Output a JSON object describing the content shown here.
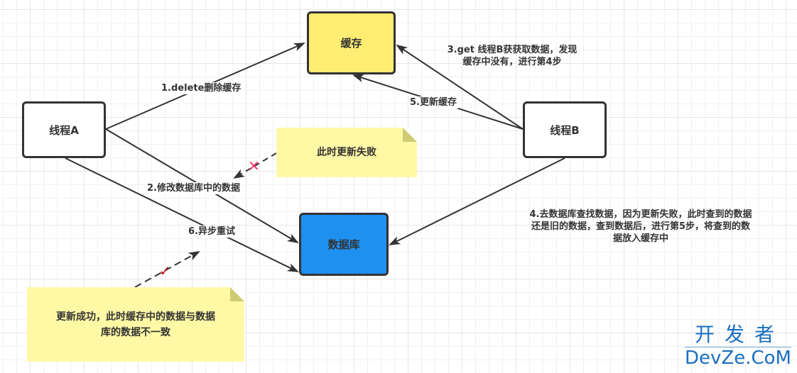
{
  "nodes": {
    "cache": "缓存",
    "database": "数据库",
    "thread_a": "线程A",
    "thread_b": "线程B"
  },
  "edges": {
    "step1": "1.delete删除缓存",
    "step2": "2.修改数据库中的数据",
    "step3_line1": "3.get 线程B获获取数据，发现",
    "step3_line2": "缓存中没有，进行第4步",
    "step4_line1": "4.去数据库查找数据，因为更新失败，此时查到的数据",
    "step4_line2": "还是旧的数据，查到数据后，进行第5步，将查到的数",
    "step4_line3": "据放入缓存中",
    "step5": "5.更新缓存",
    "step6": "6.异步重试"
  },
  "notes": {
    "update_failed": "此时更新失败",
    "update_success_line1": "更新成功，此时缓存中的数据与数据",
    "update_success_line2": "库的数据不一致"
  },
  "marks": {
    "cross": "✕",
    "check": "✓"
  },
  "colors": {
    "cache_fill": "#ffed73",
    "database_fill": "#1e90f0",
    "note_fill": "#fff9a6",
    "cross": "#f0376b",
    "check": "#c0141c",
    "watermark": "#1a6fc0"
  },
  "watermark": {
    "cn": "开发者",
    "en": "DevZe.CoM"
  }
}
